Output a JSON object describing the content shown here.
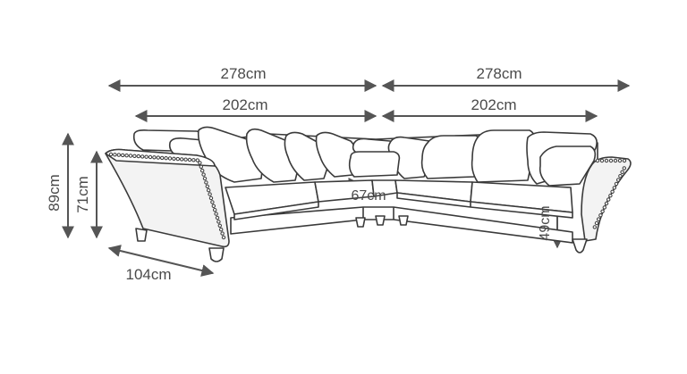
{
  "dimensions": {
    "total_width_left": "278cm",
    "total_width_right": "278cm",
    "seat_width_left": "202cm",
    "seat_width_right": "202cm",
    "corner_depth": "67cm",
    "overall_height": "89cm",
    "arm_height": "71cm",
    "seat_height": "49cm",
    "depth": "104cm"
  },
  "colors": {
    "line": "#3a3a3a",
    "dimension_line": "#555555",
    "background": "#ffffff"
  }
}
